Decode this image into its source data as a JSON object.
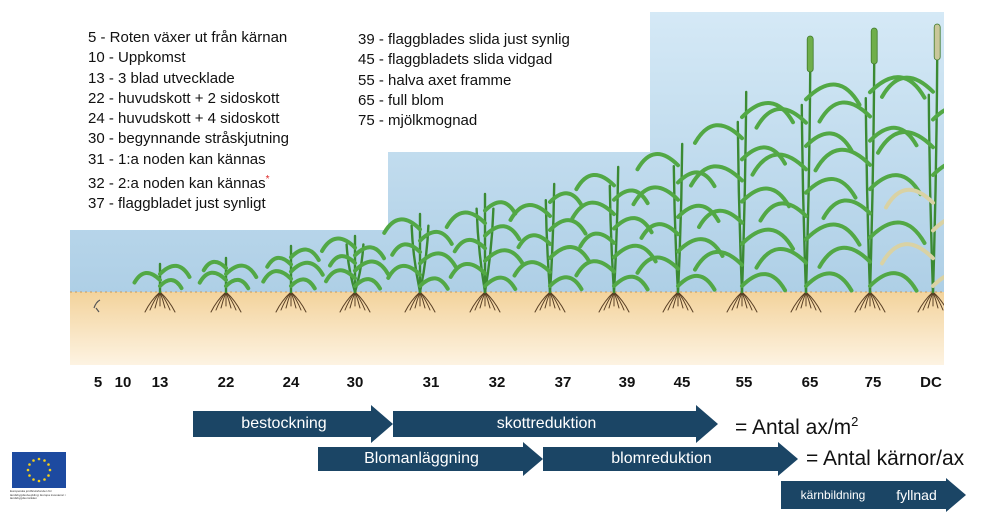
{
  "legend_left": [
    "5 - Roten växer ut från kärnan",
    "10 - Uppkomst",
    "13 - 3 blad utvecklade",
    "22 - huvudskott + 2 sidoskott",
    "24 - huvudskott + 4 sidoskott",
    "30 - begynnande stråskjutning",
    "31 - 1:a noden kan kännas",
    "32 - 2:a noden kan kännas",
    "37 - flaggbladet just synligt"
  ],
  "legend_left_star": "*",
  "legend_right": [
    "39 - flaggblades slida just synlig",
    "45 - flaggbladets slida vidgad",
    "55 - halva axet framme",
    "65 - full blom",
    "75 - mjölkmognad"
  ],
  "dc_labels": [
    "5",
    "10",
    "13",
    "22",
    "24",
    "30",
    "31",
    "32",
    "37",
    "39",
    "45",
    "55",
    "65",
    "75",
    "DC"
  ],
  "arrows": {
    "bestockning": "bestockning",
    "skottreduktion": "skottreduktion",
    "blomanlaggning": "Blomanläggning",
    "blomreduktion": "blomreduktion",
    "karnbildning": "kärnbildning",
    "fyllnad": "fyllnad"
  },
  "equations": {
    "ax_text": "= Antal ax/m",
    "ax_sup": "2",
    "karnor": "= Antal kärnor/ax"
  },
  "eu_logo_text": "Europeiska jordbruksfonden för landsbygdsutveckling: Europa investerar i landsbygdsområden",
  "colors": {
    "arrow": "#1b4565",
    "soil": "#f0c98c",
    "sky": "#c6dff0",
    "plant": "#52a845",
    "eu_blue": "#1d4aa0",
    "eu_star": "#f7d117"
  },
  "icons": [
    "eu-flag-icon",
    "root-icon"
  ]
}
